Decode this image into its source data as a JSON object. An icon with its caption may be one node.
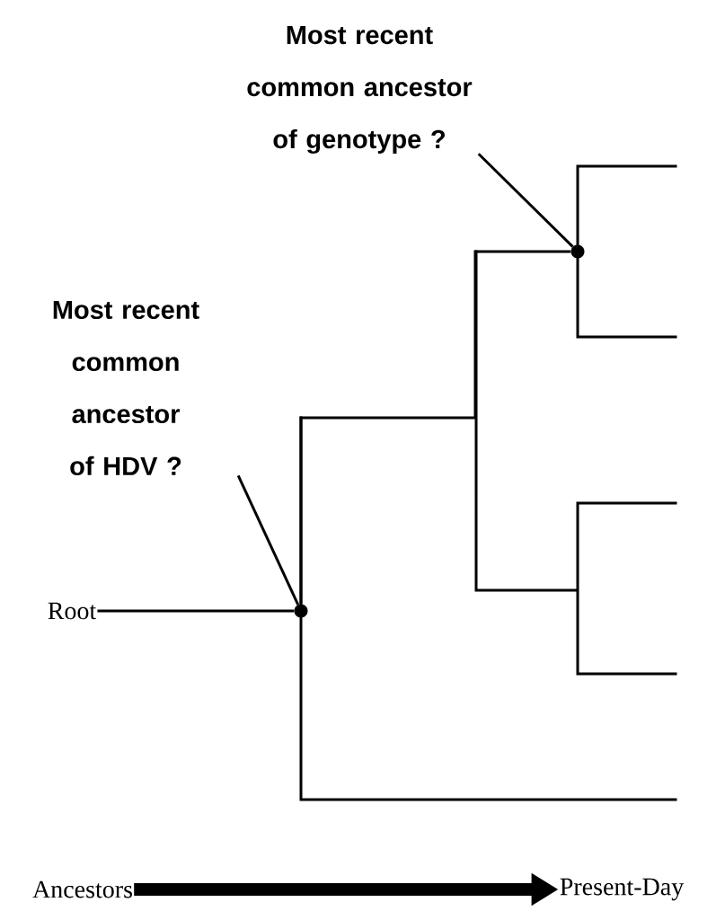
{
  "diagram": {
    "nodes": [
      {
        "text": [
          "Most recent common ancestor of genotype ?"
        ]
      },
      {
        "text": [
          "Most recent common ancestor of HDV ?"
        ]
      },
      {
        "text": [
          "Root"
        ]
      },
      {
        "text": [
          "Ancestors"
        ]
      },
      {
        "text": [
          "Present-Day"
        ]
      },
      {
        "text": [],
        "shape": "circle"
      },
      {
        "text": [],
        "shape": "circle"
      }
    ],
    "edges": [
      {
        "from": 0,
        "to": 6,
        "arrow": "none"
      },
      {
        "from": 1,
        "to": 5,
        "arrow": "none"
      },
      {
        "from": 2,
        "to": 5,
        "arrow": "none"
      },
      {
        "from": 5,
        "to": 6,
        "arrow": "none"
      },
      {
        "from": 3,
        "to": 4,
        "arrow": "to",
        "style": "thick"
      }
    ]
  }
}
